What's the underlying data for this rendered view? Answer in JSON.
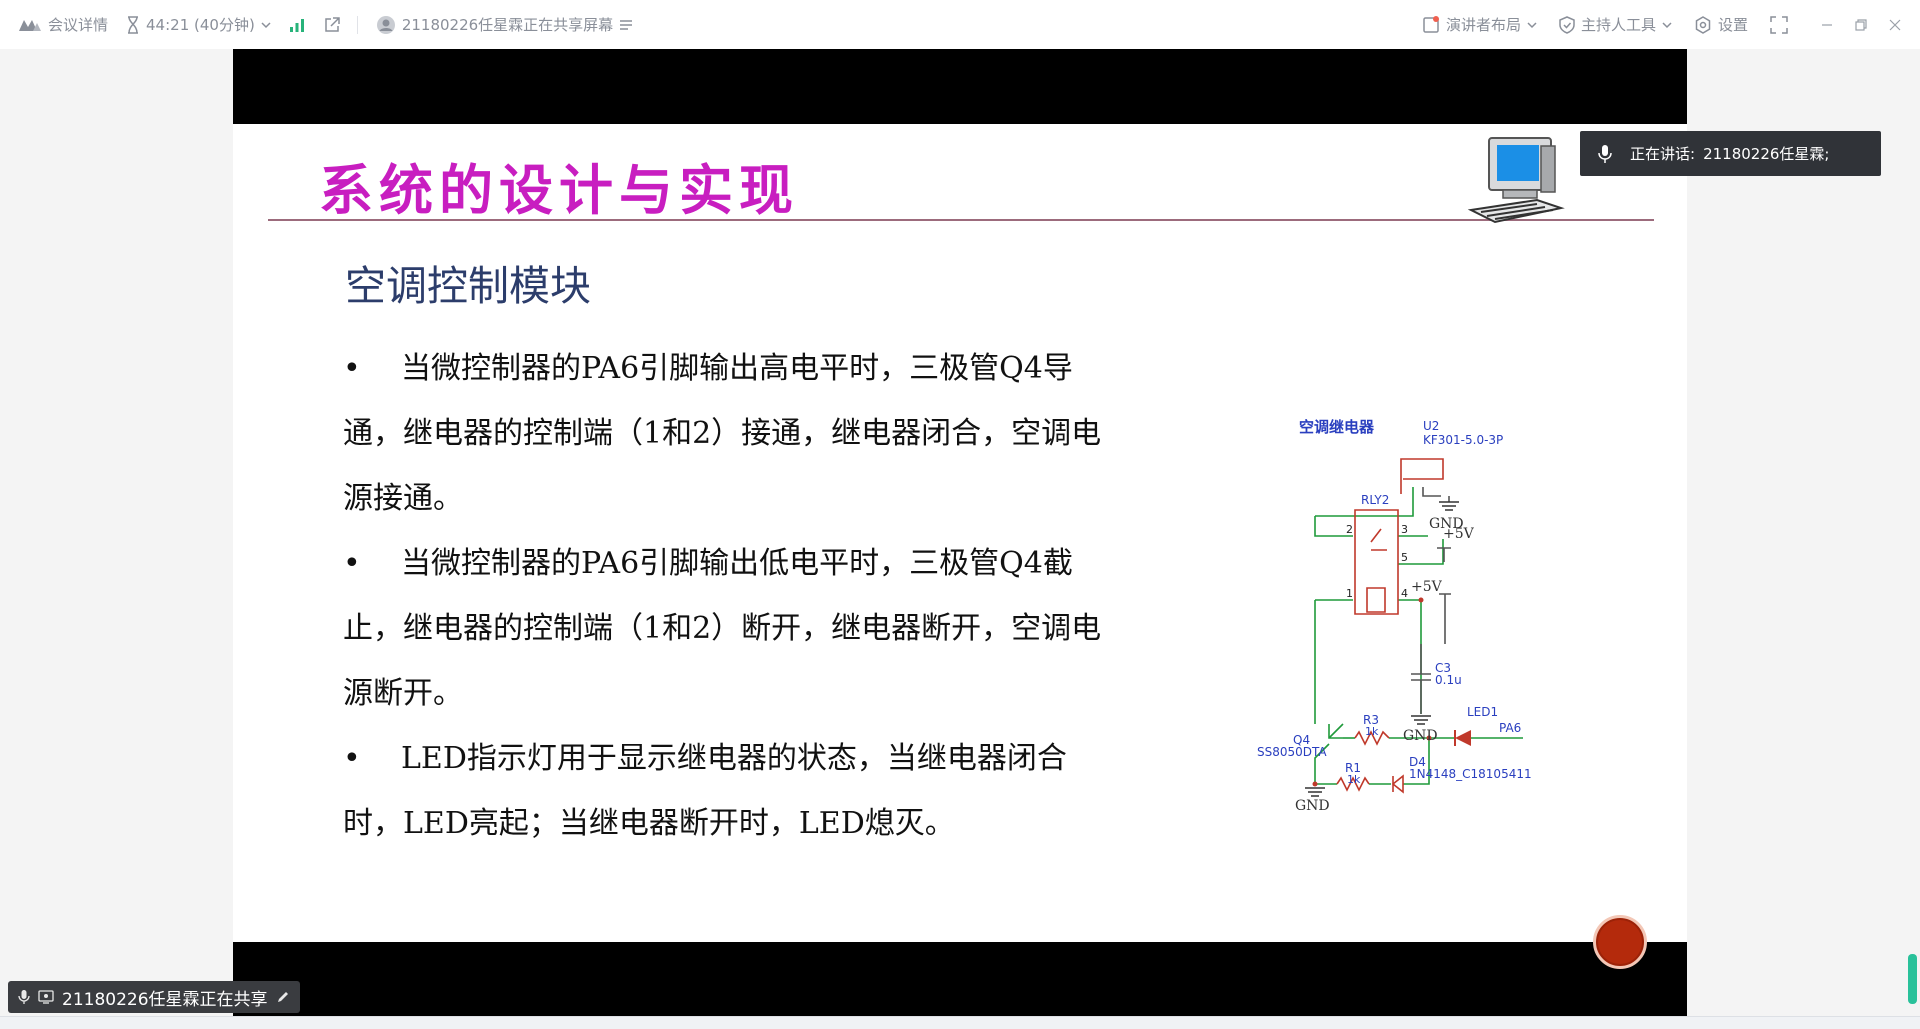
{
  "toolbar": {
    "meeting_details": "会议详情",
    "timer": "44:21 (40分钟)",
    "share_status": "21180226任星霖正在共享屏幕",
    "presenter_layout": "演讲者布局",
    "host_tools": "主持人工具",
    "settings": "设置"
  },
  "slide": {
    "title": "系统的设计与实现",
    "subtitle": "空调控制模块",
    "bullets": [
      "当微控制器的PA6引脚输出高电平时，三极管Q4导通，继电器的控制端（1和2）接通，继电器闭合，空调电源接通。",
      "当微控制器的PA6引脚输出低电平时，三极管Q4截止，继电器的控制端（1和2）断开，继电器断开，空调电源断开。",
      "LED指示灯用于显示继电器的状态，当继电器闭合时，LED亮起；当继电器断开时，LED熄灭。"
    ],
    "bullet_marker": "•",
    "circuit": {
      "title": "空调继电器",
      "u2_ref": "U2",
      "u2_part": "KF301-5.0-3P",
      "relay": "RLY2",
      "gnd": "GND",
      "vcc": "+5V",
      "c3": "C3",
      "c3_value": "0.1u",
      "r3": "R3",
      "r3_value": "1k",
      "r1": "R1",
      "r1_value": "1k",
      "led1": "LED1",
      "pa6": "PA6",
      "q4": "Q4",
      "q4_part": "SS8050DTA",
      "d4": "D4",
      "d4_part": "1N4148_C18105411",
      "pin1": "1",
      "pin2": "2",
      "pin3": "3",
      "pin4": "4",
      "pin5": "5"
    }
  },
  "speaking": {
    "label": "正在讲话:",
    "name": "21180226任星霖;"
  },
  "share_badge": {
    "text": "21180226任星霖正在共享"
  },
  "colors": {
    "title": "#c81ec0",
    "subtitle": "#2c3d6b",
    "wire_green": "#1f9a3a",
    "component_red": "#c0392b",
    "label_blue": "#2a3fbf",
    "scroll_accent": "#29c19a"
  }
}
